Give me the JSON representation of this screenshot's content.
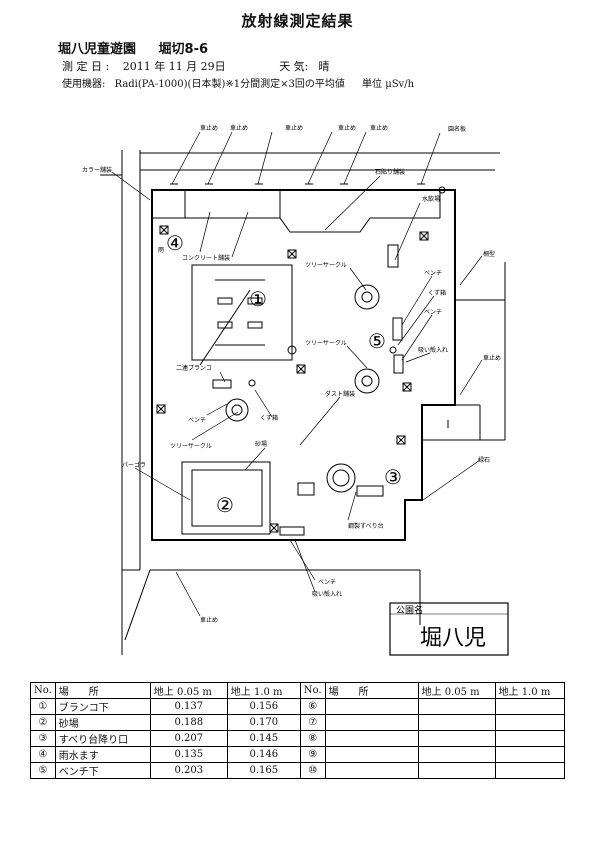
{
  "title": "放射線測定結果",
  "park": {
    "name": "堀八児童遊園",
    "address": "堀切8-6"
  },
  "measure": {
    "date_label": "測 定 日 :",
    "date_value": "2011 年 11 月 29日",
    "weather_label": "天 気:",
    "weather_value": "晴"
  },
  "equipment": {
    "label": "使用機器:",
    "value": "Radi(PA-1000)(日本製)※1分間測定×3回の平均値",
    "unit": "単位 μSv/h"
  },
  "map": {
    "labels": {
      "stop1": "車止め",
      "stop2": "車止め",
      "stop3": "車止め",
      "stop4": "車止め",
      "stop5": "車止め",
      "park_sign": "園名板",
      "color_pave": "カラー舗装",
      "stone_pave": "石貼り舗装",
      "fountain": "水飲場",
      "concrete": "コンクリート舗装",
      "rain": "雨",
      "tree1": "ツリーサークル",
      "tree2": "ツリーサークル",
      "tree3": "ツリーサークル",
      "bench1": "ベンチ",
      "trash1": "くず箱",
      "bench2": "ベンチ",
      "butt1": "吸い殻入れ",
      "fence": "柵型",
      "swing": "二連ブランコ",
      "bench3": "ベンチ",
      "trash2": "くず箱",
      "dust": "ダスト舗装",
      "stop6": "車止め",
      "sandbox": "砂場",
      "pergola": "パーゴラ",
      "hedge": "緑石",
      "slide": "鋼製すべり台",
      "bench4": "ベンチ",
      "butt2": "吸い殻入れ",
      "stop7": "車止め",
      "sign_label": "公園名",
      "sign_text": "堀八児"
    },
    "markers": [
      "①",
      "②",
      "③",
      "④",
      "⑤"
    ]
  },
  "table": {
    "headers": [
      "No.",
      "場　　所",
      "地上 0.05 m",
      "地上 1.0 m",
      "No.",
      "場　　所",
      "地上 0.05 m",
      "地上 1.0 m"
    ],
    "rows": [
      {
        "no": "①",
        "place": "ブランコ下",
        "h005": "0.137",
        "h10": "0.156",
        "no2": "⑥"
      },
      {
        "no": "②",
        "place": "砂場",
        "h005": "0.188",
        "h10": "0.170",
        "no2": "⑦"
      },
      {
        "no": "③",
        "place": "すべり台降り口",
        "h005": "0.207",
        "h10": "0.145",
        "no2": "⑧"
      },
      {
        "no": "④",
        "place": "雨水ます",
        "h005": "0.135",
        "h10": "0.146",
        "no2": "⑨"
      },
      {
        "no": "⑤",
        "place": "ベンチ下",
        "h005": "0.203",
        "h10": "0.165",
        "no2": "⑩"
      }
    ]
  }
}
